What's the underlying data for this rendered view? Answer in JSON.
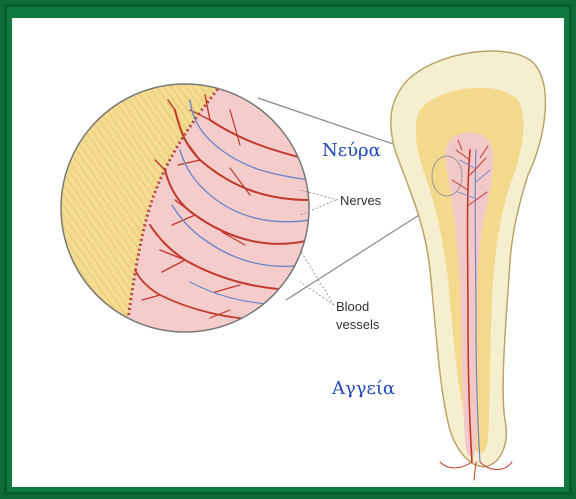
{
  "labels": {
    "nerves_greek": "Νεύρα",
    "nerves_en": "Nerves",
    "blood_vessels_en_1": "Blood",
    "blood_vessels_en_2": "vessels",
    "vessels_greek": "Αγγεία"
  },
  "colors": {
    "frame": "#0c6b38",
    "enamel": "#f6efcf",
    "dentin": "#f3d98c",
    "pulp": "#f3c8c8",
    "vessel": "#c0392b",
    "nerve": "#6f87c9",
    "greek_text": "#2148b8"
  }
}
